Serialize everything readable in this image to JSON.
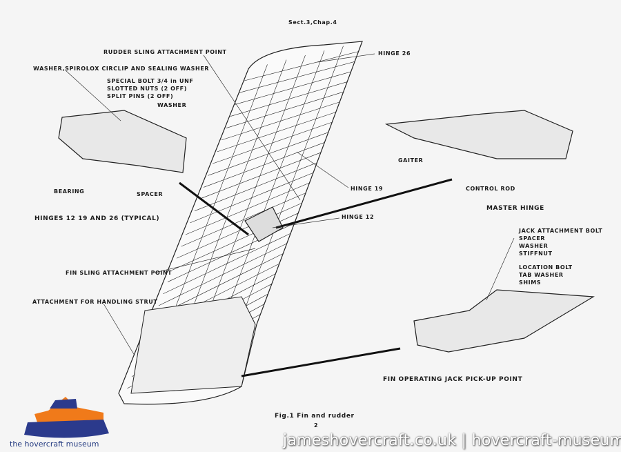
{
  "header": {
    "section": "Sect.3,Chap.4"
  },
  "labels": {
    "rudder_sling": "RUDDER SLING ATTACHMENT POINT",
    "washer_spirolox": "WASHER,SPIROLOX CIRCLIP AND SEALING WASHER",
    "special_bolt": "SPECIAL BOLT 3/4 in UNF",
    "slotted_nuts": "SLOTTED NUTS (2 OFF)",
    "split_pins": "SPLIT PINS (2 OFF)",
    "washer": "WASHER",
    "bearing": "BEARING",
    "spacer": "SPACER",
    "hinges_typical": "HINGES 12 19 AND 26 (TYPICAL)",
    "hinge_26": "HINGE 26",
    "hinge_19": "HINGE 19",
    "hinge_12": "HINGE 12",
    "gaiter": "GAITER",
    "control_rod": "CONTROL ROD",
    "master_hinge": "MASTER HINGE",
    "jack_bolt": "JACK ATTACHMENT BOLT",
    "jack_spacer": "SPACER",
    "jack_washer": "WASHER",
    "stiffnut": "STIFFNUT",
    "location_bolt": "LOCATION BOLT",
    "tab_washer": "TAB WASHER",
    "shims": "SHIMS",
    "fin_sling": "FIN SLING ATTACHMENT POINT",
    "handling_strut": "ATTACHMENT FOR HANDLING STRUT",
    "jack_pickup": "FIN OPERATING JACK PICK-UP POINT"
  },
  "caption": {
    "title": "Fig.1 Fin and rudder",
    "page": "2"
  },
  "watermark": "jameshovercraft.co.uk | hovercraft-museum.org",
  "logo": {
    "text": "the hovercraft museum",
    "colors": {
      "orange": "#f07a1a",
      "blue": "#2b3a8c"
    }
  }
}
